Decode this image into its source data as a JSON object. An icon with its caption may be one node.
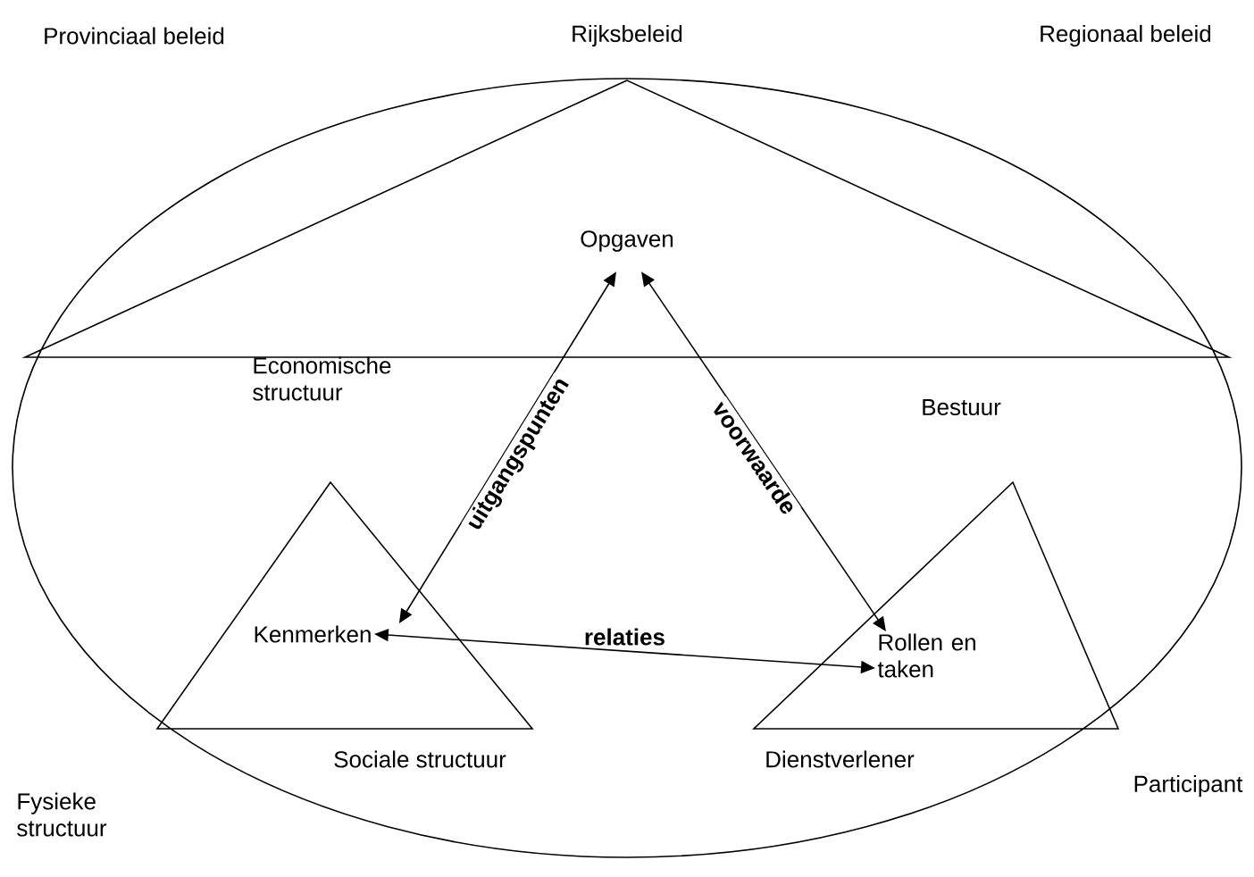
{
  "diagram": {
    "nodes": [
      {
        "text": [
          "Opgaven"
        ]
      },
      {
        "text": [
          "Kenmerken"
        ]
      },
      {
        "text": [
          "Rollen en taken"
        ]
      }
    ],
    "edges": [
      {
        "from": 1,
        "to": 0,
        "arrow": "both",
        "label": "uitgangspunten"
      },
      {
        "from": 0,
        "to": 2,
        "arrow": "both",
        "label": "voorwaarde"
      },
      {
        "from": 1,
        "to": 2,
        "arrow": "both",
        "label": "relaties"
      }
    ],
    "labels": [
      "Provinciaal beleid",
      "Rijksbeleid",
      "Regionaal beleid",
      "Economische structuur",
      "Bestuur",
      "Sociale structuur",
      "Dienstverlener",
      "Fysieke structuur",
      "Participant"
    ]
  }
}
